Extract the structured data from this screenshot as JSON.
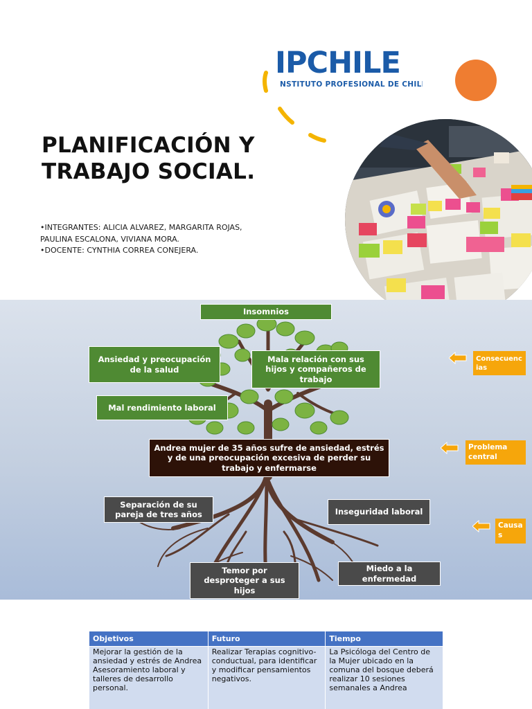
{
  "slide1": {
    "logo": {
      "name": "IPCHILE",
      "subtitle": "NSTITUTO PROFESIONAL DE CHILE"
    },
    "title_line1": "PLANIFICACIÓN Y",
    "title_line2": "TRABAJO SOCIAL.",
    "bullets": [
      "•INTEGRANTES: ALICIA ALVAREZ, MARGARITA ROJAS, PAULINA ESCALONA, VIVIANA MORA.",
      "•DOCENTE: CYNTHIA CORREA CONEJERA."
    ],
    "colors": {
      "brand_blue": "#1b5ba8",
      "accent_orange": "#ef7d31",
      "accent_yellow": "#f4b400"
    }
  },
  "tree": {
    "consequences": [
      "Insomnios",
      "Ansiedad y preocupación de la salud",
      "Mala relación con sus hijos y compañeros de trabajo",
      "Mal rendimiento  laboral"
    ],
    "central_problem": "Andrea   mujer de 35 años sufre de  ansiedad, estrés  y de una  preocupación  excesiva de perder su trabajo y enfermarse",
    "causes": [
      "Separación de su pareja de tres años",
      "Inseguridad laboral",
      "Temor por desproteger a sus hijos",
      "Miedo a la enfermedad"
    ],
    "side_labels": {
      "consequences": "Consecuencias",
      "problem": "Problema central",
      "causes": "Causas"
    },
    "colors": {
      "leaf_box": "#4f8a33",
      "cause_box": "#4a4a4a",
      "problem_box": "#2d1208",
      "label": "#f6a60b"
    }
  },
  "table": {
    "headers": [
      "Objetivos",
      "Futuro",
      "Tiempo"
    ],
    "rows": [
      [
        "Mejorar la gestión de la ansiedad y estrés de Andrea Asesoramiento laboral y talleres de desarrollo personal.",
        "Realizar Terapias cognitivo-conductual,  para identificar y modificar pensamientos negativos.",
        "La Psicóloga del Centro de la Mujer ubicado en la comuna del bosque deberá realizar 10 sesiones semanales a Andrea"
      ]
    ],
    "colors": {
      "header": "#4472c4",
      "cell": "#d1dcef"
    }
  }
}
